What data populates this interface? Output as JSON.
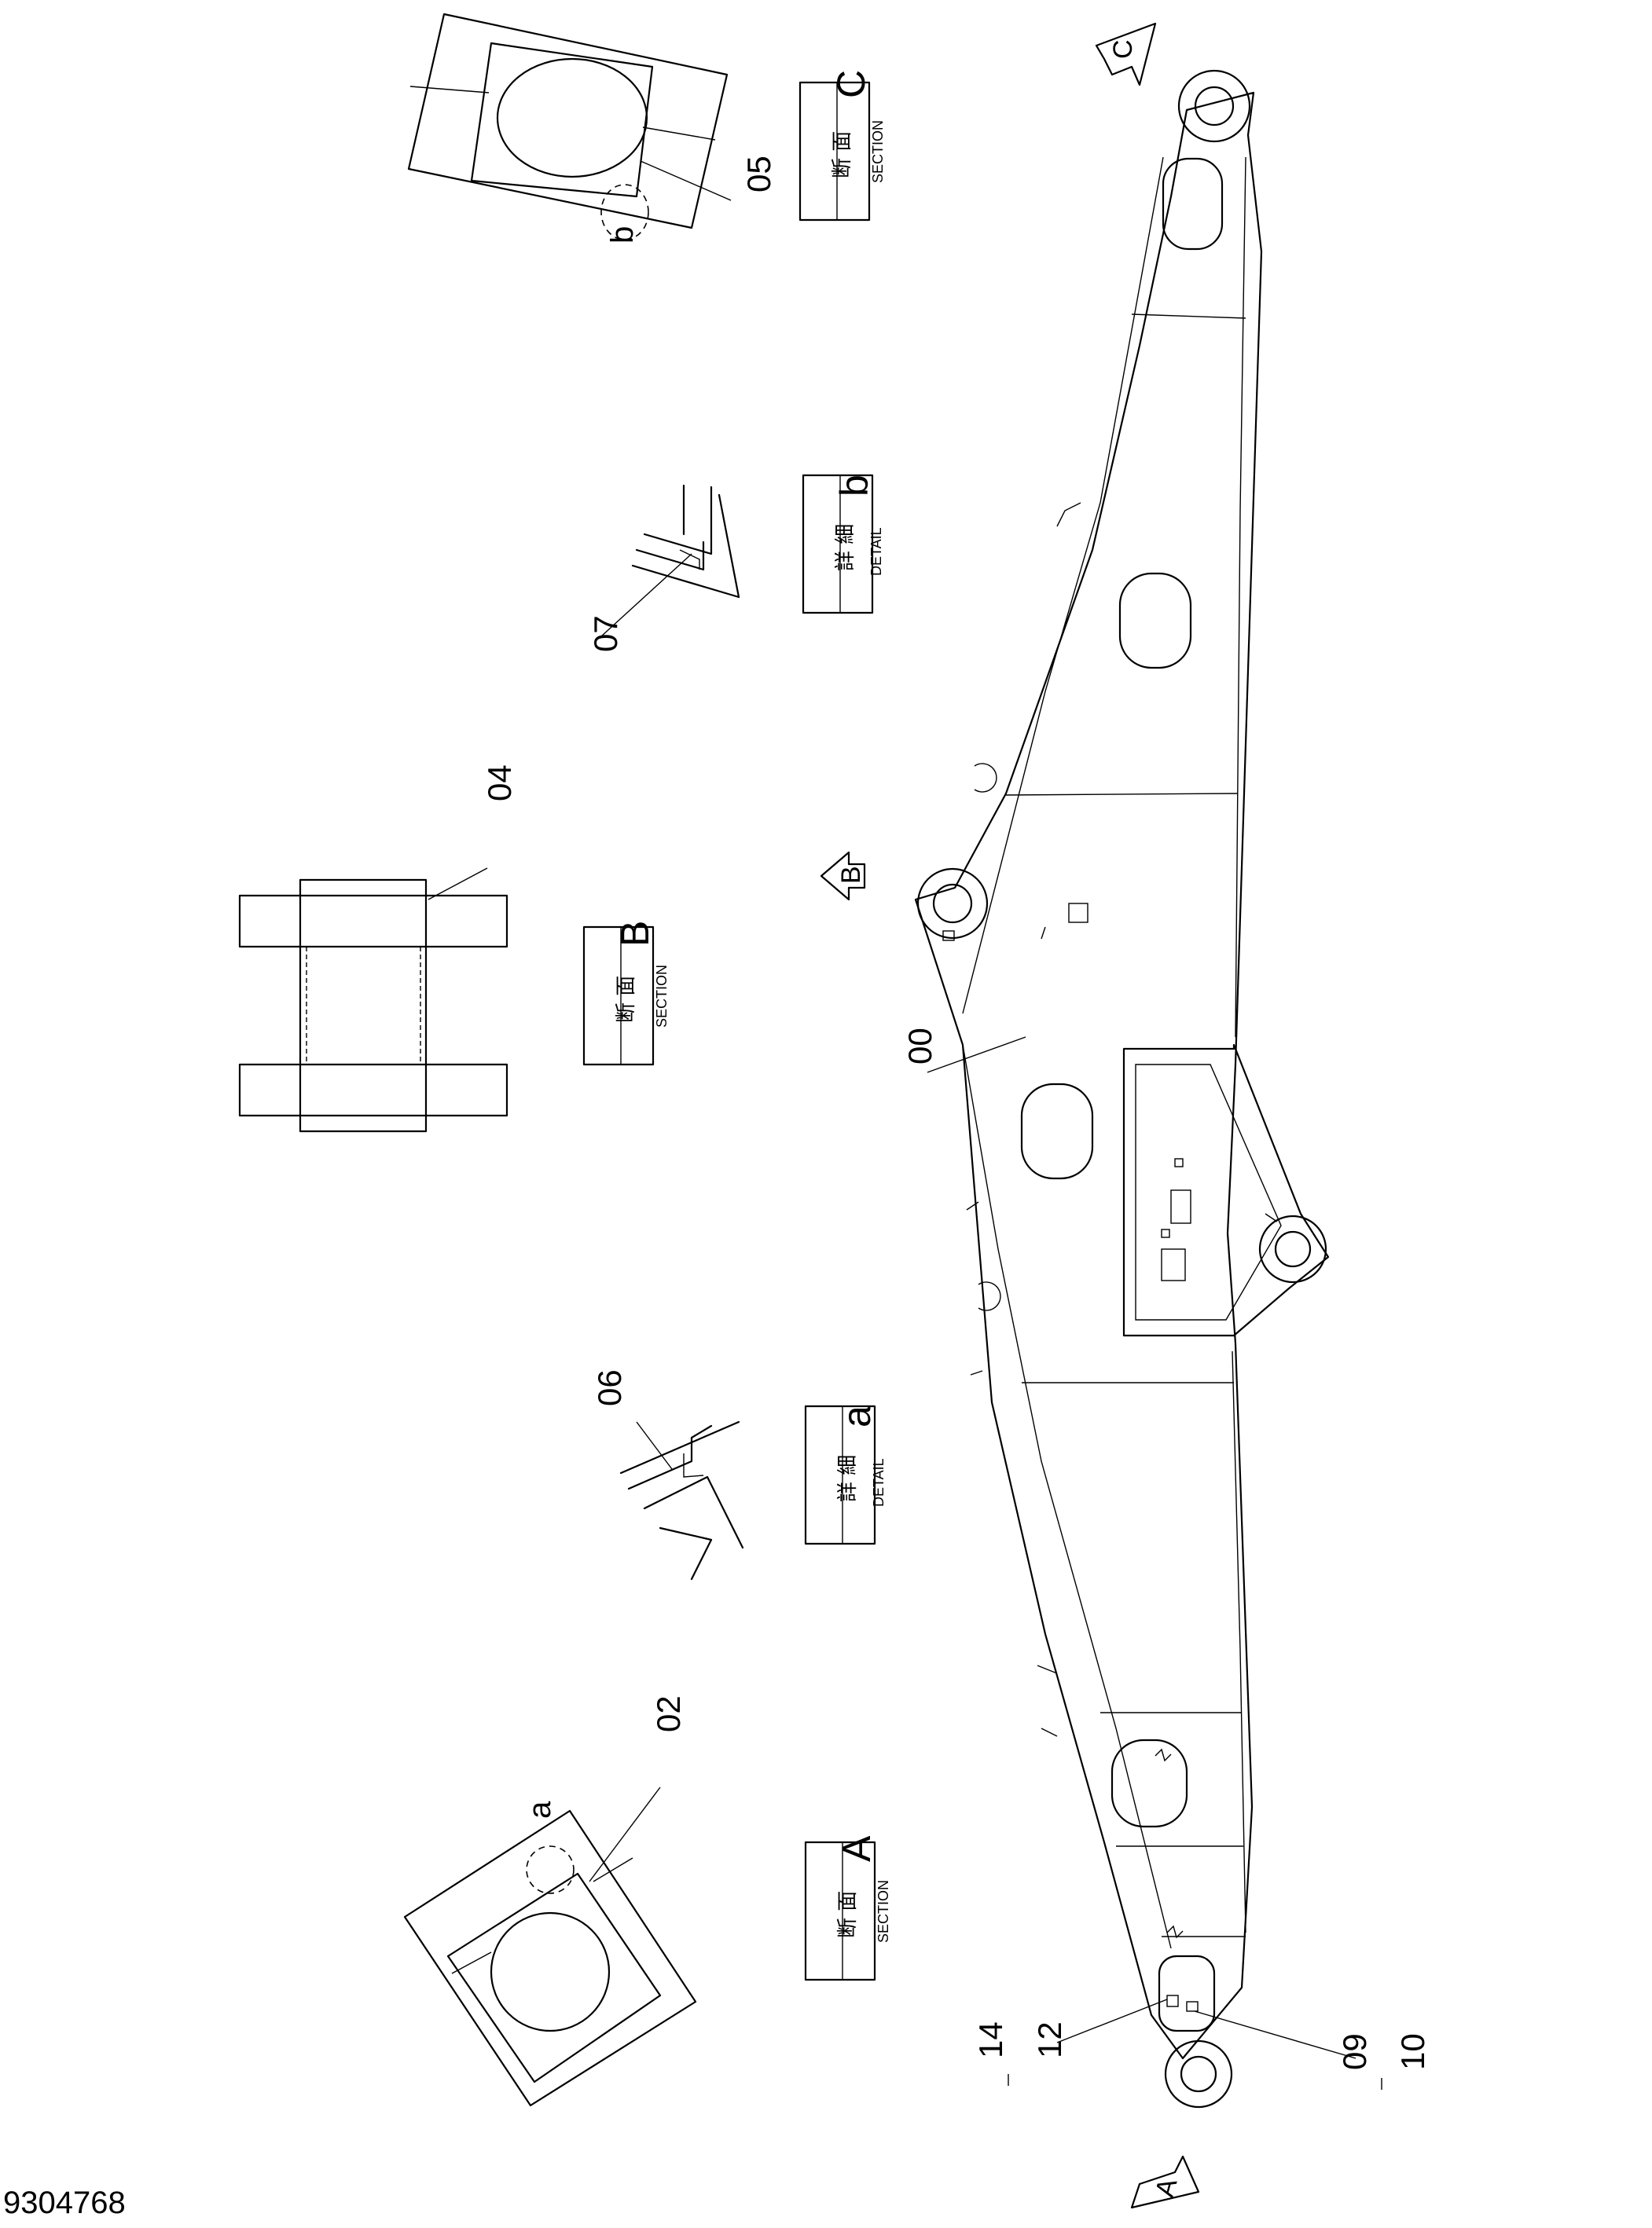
{
  "drawing_number": "9304768",
  "part_labels": [
    "00",
    "02",
    "04",
    "05",
    "06",
    "07",
    "09",
    "10",
    "12",
    "14"
  ],
  "view_arrows": [
    "A",
    "B",
    "C"
  ],
  "detail_circles": [
    "a",
    "b"
  ],
  "section_boxes": [
    {
      "jp": "断 面",
      "en": "SECTION",
      "letter": "A"
    },
    {
      "jp": "断 面",
      "en": "SECTION",
      "letter": "B"
    },
    {
      "jp": "断 面",
      "en": "SECTION",
      "letter": "C"
    }
  ],
  "detail_boxes": [
    {
      "jp": "詳 細",
      "en": "DETAIL",
      "letter": "a"
    },
    {
      "jp": "詳 細",
      "en": "DETAIL",
      "letter": "b"
    }
  ]
}
